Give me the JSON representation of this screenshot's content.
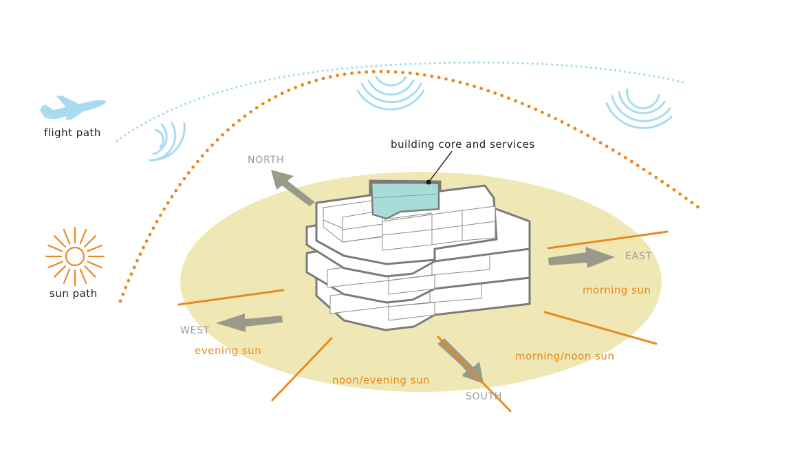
{
  "labels": {
    "flight_path": "flight path",
    "sun_path": "sun path",
    "building_core": "building core and services",
    "north": "NORTH",
    "east": "EAST",
    "west": "WEST",
    "south": "SOUTH",
    "morning_sun": "morning sun",
    "evening_sun": "evening sun",
    "morning_noon_sun": "morning/noon sun",
    "noon_evening_sun": "noon/evening sun"
  },
  "icons": {
    "airplane": "airplane-icon",
    "sun": "sun-icon",
    "sound_wave": "sound-wave-icon"
  },
  "colors": {
    "sun_orange": "#e8891f",
    "flight_blue": "#a9dbf0",
    "site_yellow": "#efe8b4",
    "arrow_grey": "#9a9a8a",
    "outline_grey": "#7a7a7a",
    "core_teal": "#a8dcd8",
    "label_grey": "#9a9a96"
  }
}
